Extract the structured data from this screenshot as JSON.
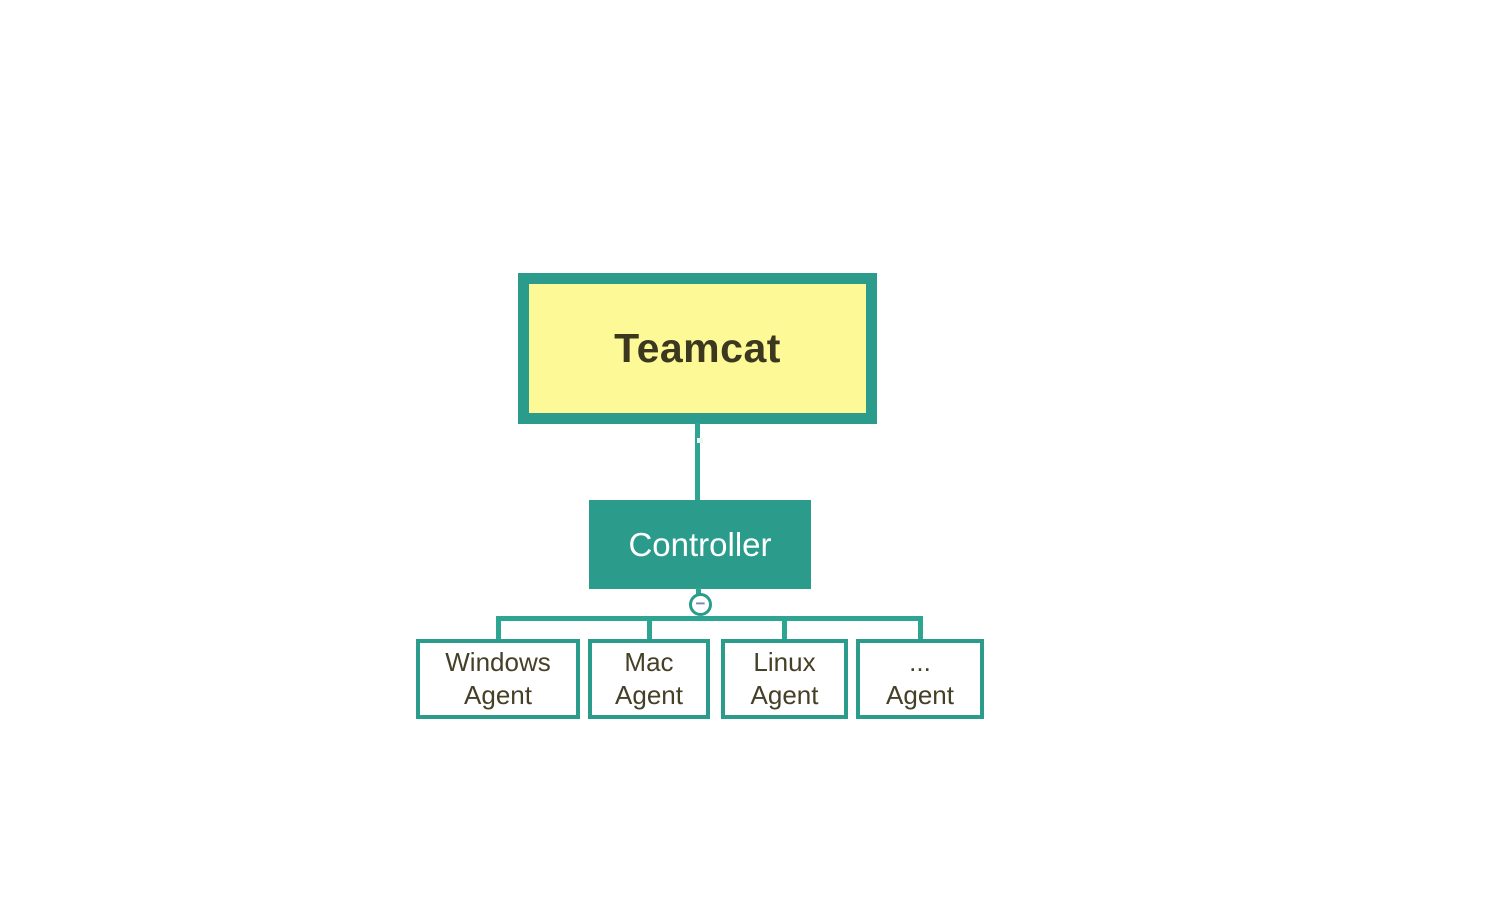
{
  "diagram": {
    "root": {
      "label": "Teamcat"
    },
    "controller": {
      "label": "Controller"
    },
    "collapse_toggle": {
      "symbol": "−"
    },
    "agents": [
      {
        "label": "Windows\nAgent"
      },
      {
        "label": "Mac\nAgent"
      },
      {
        "label": "Linux\nAgent"
      },
      {
        "label": "...\nAgent"
      }
    ],
    "colors": {
      "teal": "#2B9C8C",
      "connector": "#2EA493",
      "node_fill_yellow": "#FCF996",
      "root_text": "#3C381F",
      "controller_text": "#FFFFFF",
      "agent_text": "#454028",
      "minus_glyph": "#7D83A6",
      "handle": "#E9F6F3",
      "background": "#FFFFFF"
    }
  }
}
